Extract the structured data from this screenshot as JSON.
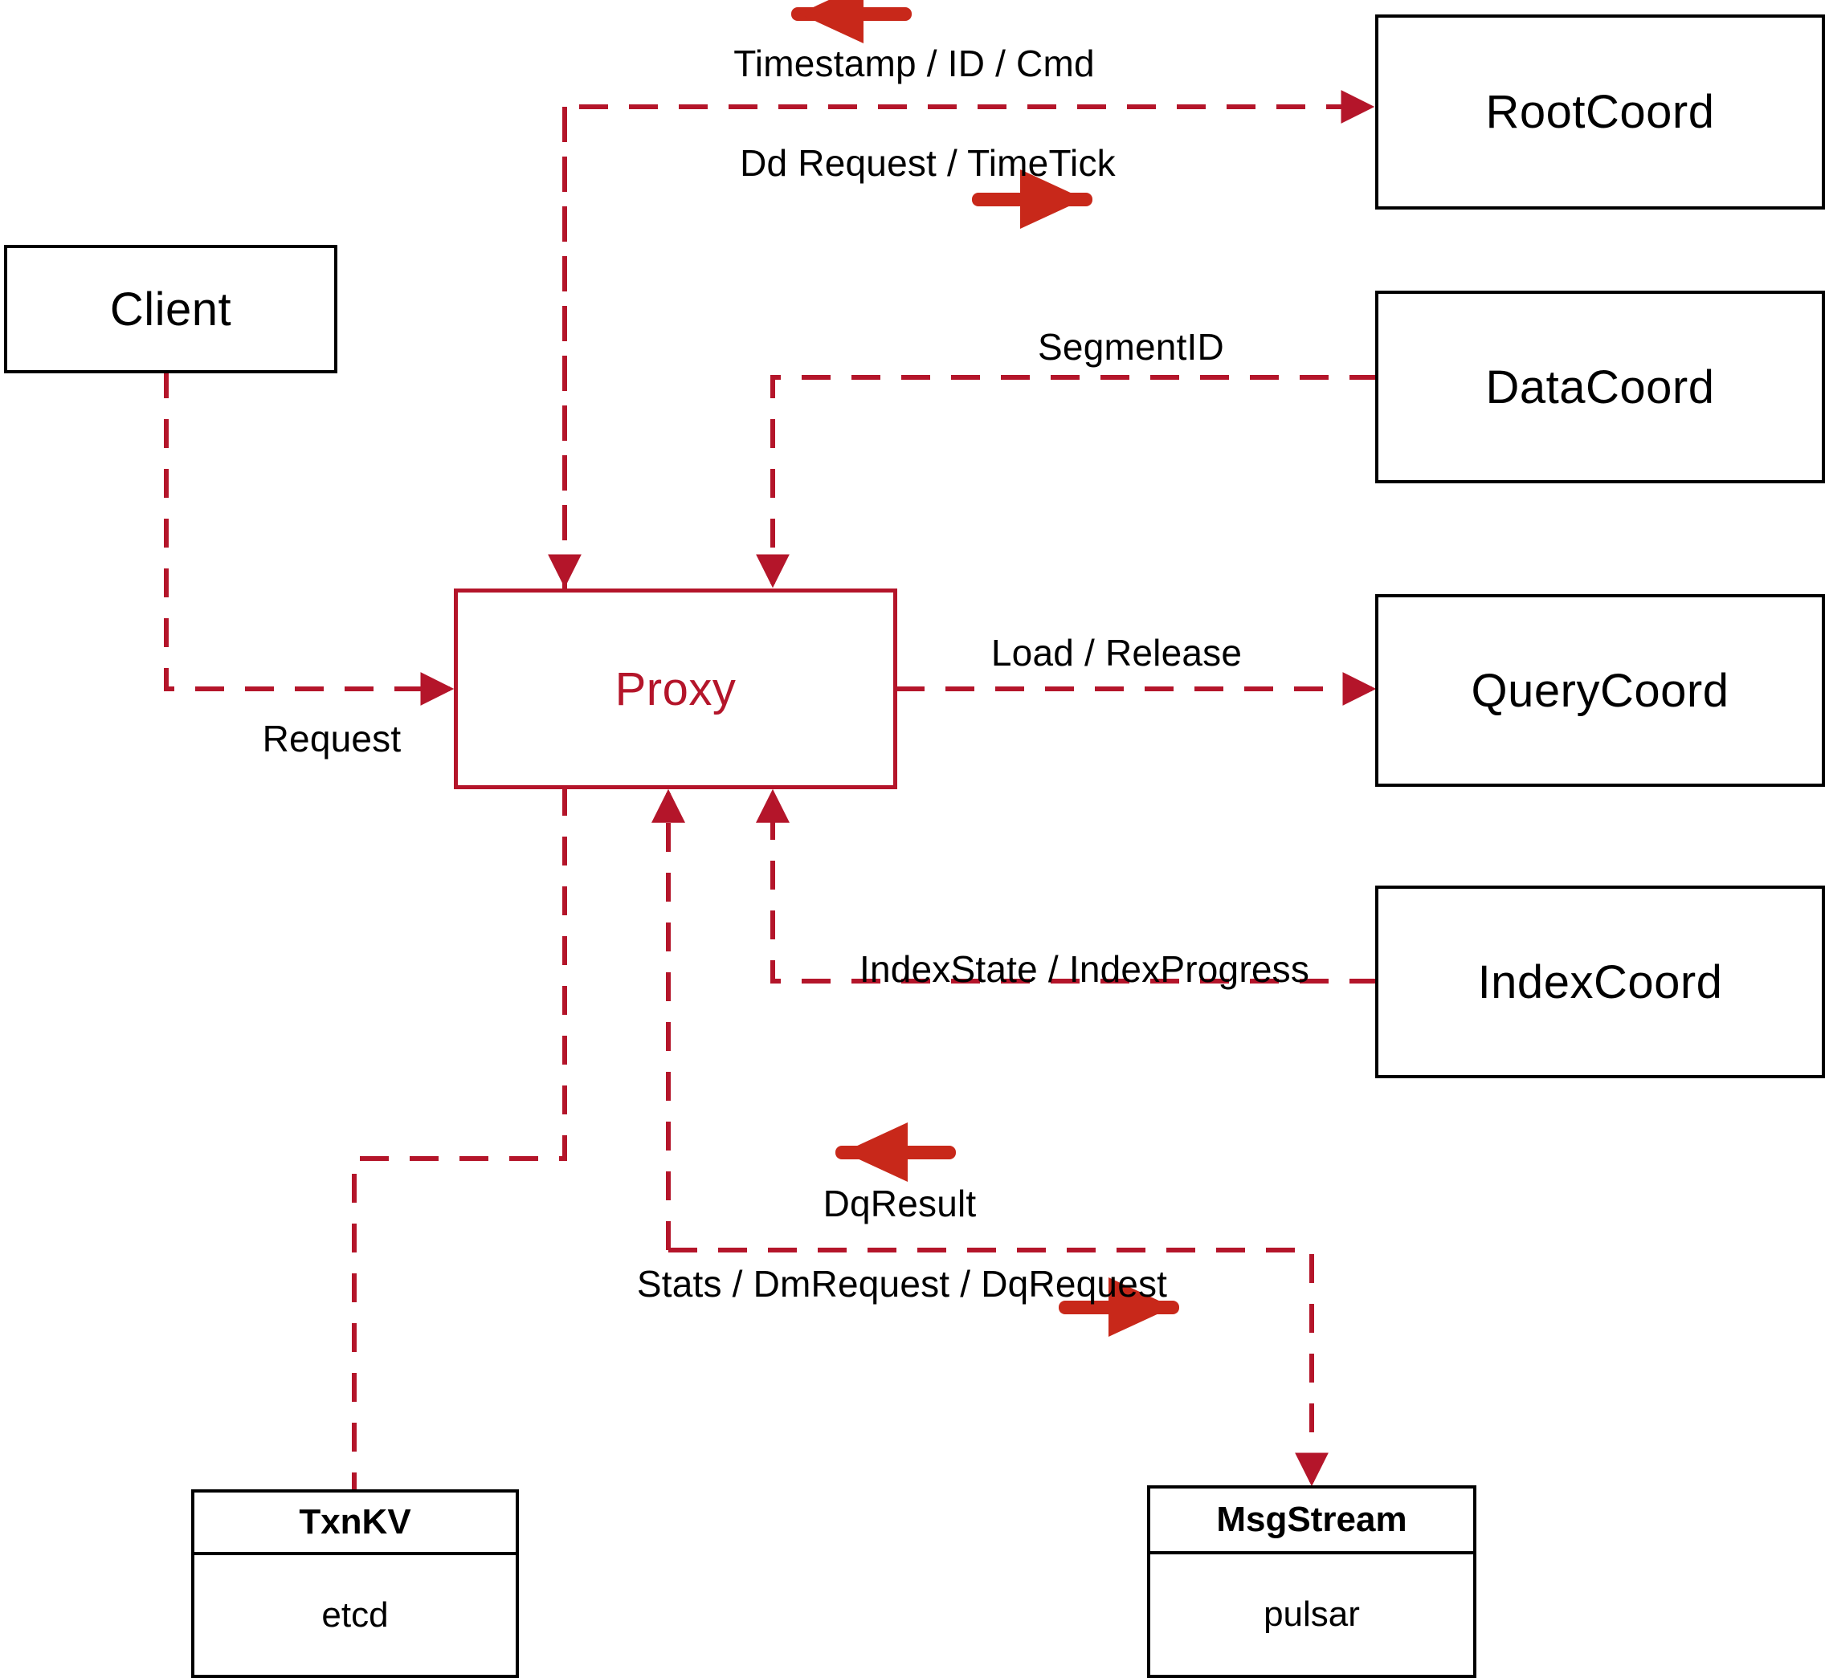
{
  "diagram": {
    "title": "Proxy architecture",
    "colors": {
      "accent_dashed": "#B4152A",
      "accent_solid_arrow": "#C8281A",
      "node_border": "#000000",
      "background": "#FFFFFF"
    },
    "nodes": [
      {
        "id": "client",
        "label": "Client",
        "style": "black"
      },
      {
        "id": "proxy",
        "label": "Proxy",
        "style": "accent"
      },
      {
        "id": "rootcoord",
        "label": "RootCoord",
        "style": "black"
      },
      {
        "id": "datacoord",
        "label": "DataCoord",
        "style": "black"
      },
      {
        "id": "querycoord",
        "label": "QueryCoord",
        "style": "black"
      },
      {
        "id": "indexcoord",
        "label": "IndexCoord",
        "style": "black"
      }
    ],
    "stores": [
      {
        "id": "txnkv",
        "header": "TxnKV",
        "body": "etcd"
      },
      {
        "id": "msgstream",
        "header": "MsgStream",
        "body": "pulsar"
      }
    ],
    "edge_labels": [
      {
        "id": "timestamp-id-cmd",
        "text": "Timestamp / ID / Cmd"
      },
      {
        "id": "dd-request-timetick",
        "text": "Dd Request / TimeTick"
      },
      {
        "id": "segmentid",
        "text": "SegmentID"
      },
      {
        "id": "load-release",
        "text": "Load / Release"
      },
      {
        "id": "request",
        "text": "Request"
      },
      {
        "id": "indexstate-progress",
        "text": "IndexState / IndexProgress"
      },
      {
        "id": "dqresult",
        "text": "DqResult"
      },
      {
        "id": "stats-dm-dq",
        "text": "Stats / DmRequest / DqRequest"
      }
    ],
    "direction_arrows": [
      {
        "id": "timestamp-id-cmd-arrow",
        "direction": "left"
      },
      {
        "id": "dd-request-arrow",
        "direction": "right"
      },
      {
        "id": "dqresult-arrow",
        "direction": "left"
      },
      {
        "id": "stats-request-arrow",
        "direction": "right"
      }
    ]
  }
}
